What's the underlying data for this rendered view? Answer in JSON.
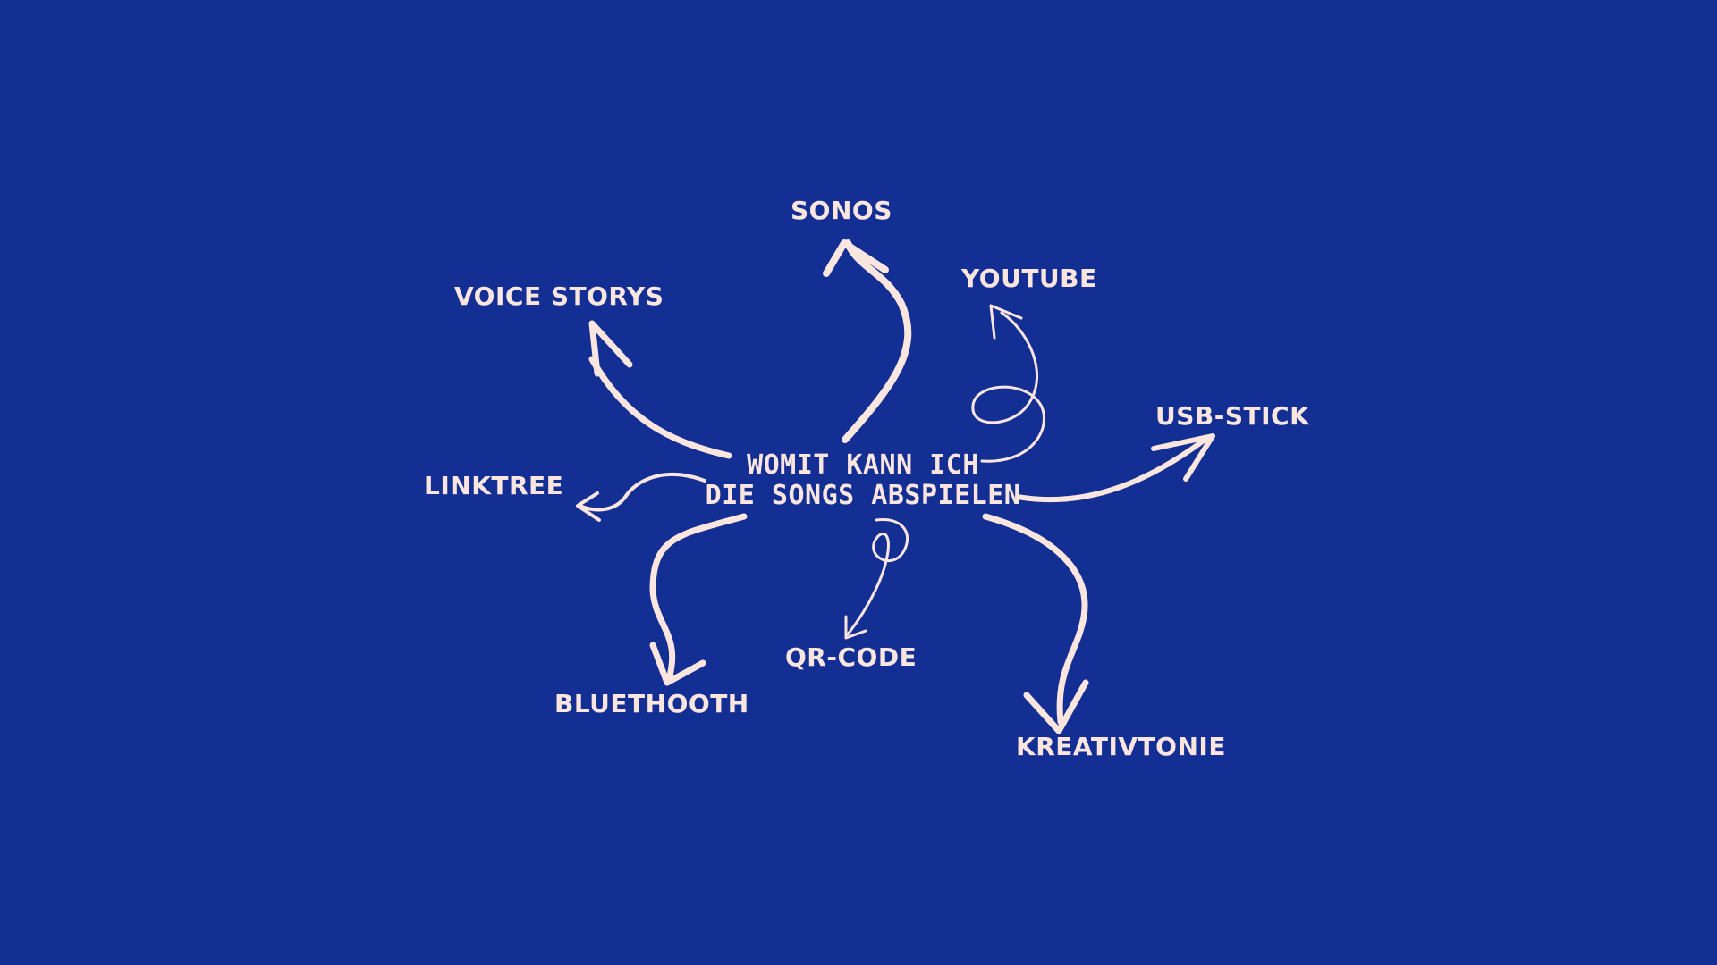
{
  "center": {
    "line1": "WOMIT KANN ICH",
    "line2": "DIE SONGS ABSPIELEN"
  },
  "nodes": {
    "sonos": "SONOS",
    "voice_storys": "VOICE STORYS",
    "youtube": "YOUTUBE",
    "usb_stick": "USB-STICK",
    "linktree": "LINKTREE",
    "bluethooth": "BLUETHOOTH",
    "qr_code": "QR-CODE",
    "kreativtonie": "KREATIVTONIE"
  },
  "colors": {
    "background": "#142f93",
    "chalk": "#fbe6df"
  }
}
